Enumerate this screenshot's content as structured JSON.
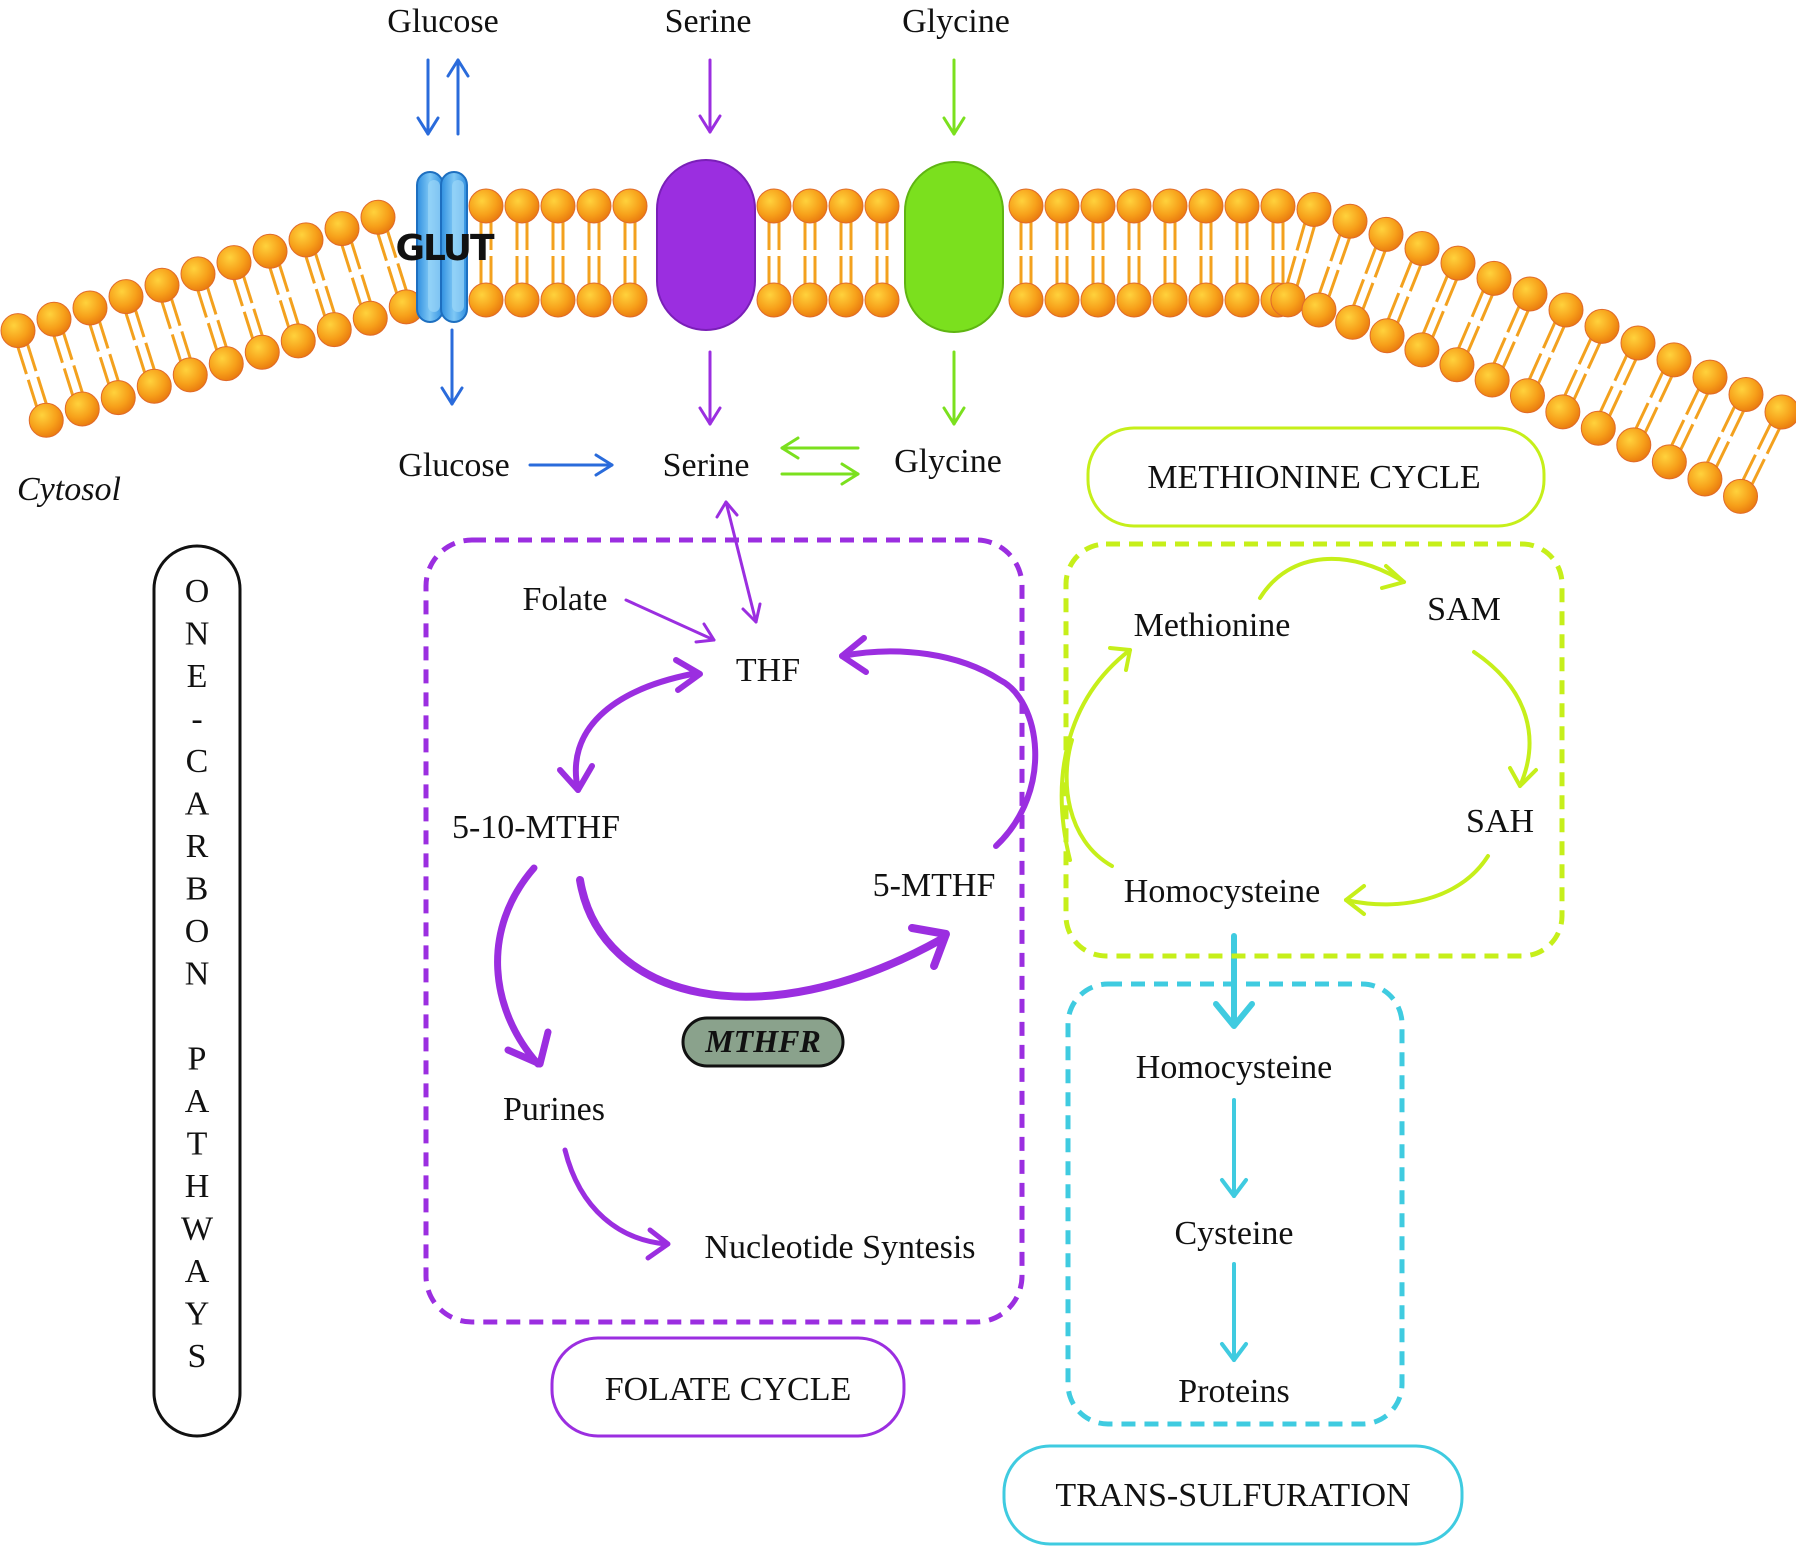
{
  "colors": {
    "glucose": "#2a6bdb",
    "serine": "#9b2ee0",
    "glycine": "#7be01e",
    "methionine": "#c6ef1a",
    "transsulfuration": "#3fcbe0",
    "lipid_head": "#f59a0c",
    "lipid_tail": "#f3a11e",
    "glut": "#49a9ec",
    "mthfr_fill": "#8aa28c"
  },
  "icons": {
    "glut": "glut-transporter-icon",
    "serine_transporter": "serine-transporter-icon",
    "glycine_transporter": "glycine-transporter-icon",
    "membrane": "lipid-bilayer-icon"
  },
  "outside": {
    "glucose": "Glucose",
    "serine": "Serine",
    "glycine": "Glycine"
  },
  "membrane": {
    "glut_label": "GLUT",
    "cytosol_label": "Cytosol"
  },
  "cytosol": {
    "glucose": "Glucose",
    "serine": "Serine",
    "glycine": "Glycine"
  },
  "side_label": {
    "letters": [
      "O",
      "N",
      "E",
      "-",
      "C",
      "A",
      "R",
      "B",
      "O",
      "N",
      "",
      "P",
      "A",
      "T",
      "H",
      "W",
      "A",
      "Y",
      "S"
    ]
  },
  "folate_cycle": {
    "title": "FOLATE CYCLE",
    "folate": "Folate",
    "thf": "THF",
    "mthf_5_10": "5-10-MTHF",
    "mthf_5": "5-MTHF",
    "mthfr": "MTHFR",
    "purines": "Purines",
    "nucleotide": "Nucleotide Syntesis"
  },
  "methionine_cycle": {
    "title": "METHIONINE CYCLE",
    "methionine": "Methionine",
    "sam": "SAM",
    "sah": "SAH",
    "homocysteine": "Homocysteine"
  },
  "trans_sulfuration": {
    "title": "TRANS-SULFURATION",
    "homocysteine": "Homocysteine",
    "cysteine": "Cysteine",
    "proteins": "Proteins"
  }
}
